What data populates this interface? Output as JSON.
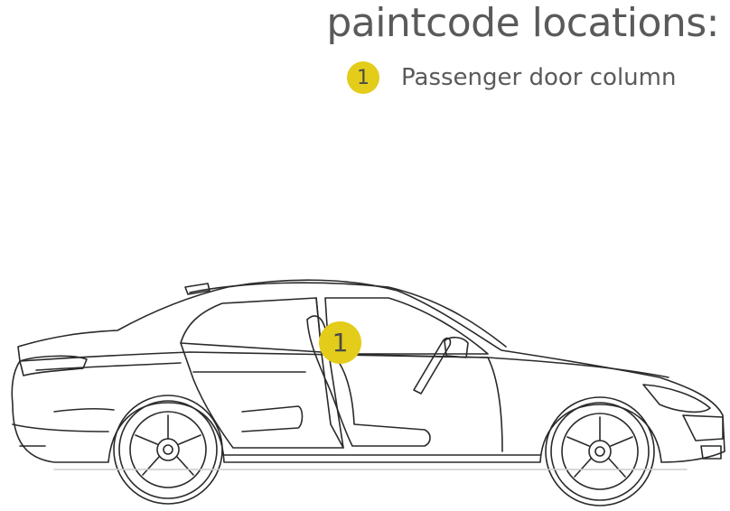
{
  "title": "paintcode locations:",
  "legend": [
    {
      "number": "1",
      "label": "Passenger door column"
    }
  ],
  "marker": {
    "number": "1"
  },
  "colors": {
    "badge": "#e3cc1a",
    "text": "#5a5a5a",
    "line": "#2a2a2a"
  }
}
